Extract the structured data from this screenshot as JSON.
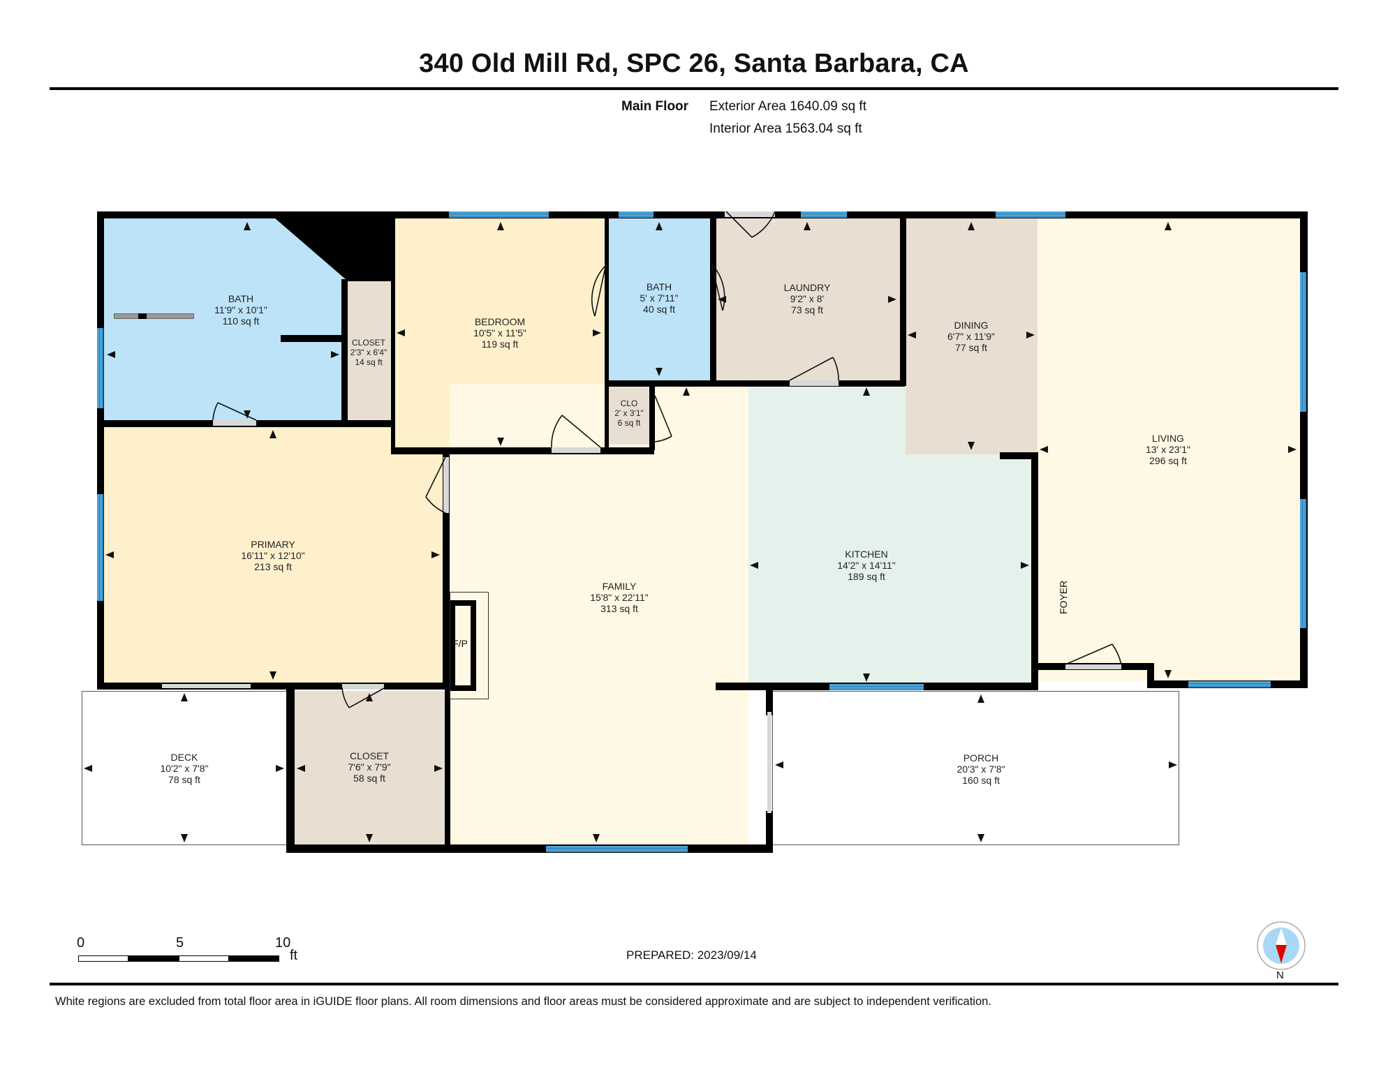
{
  "header": {
    "title": "340 Old Mill Rd, SPC 26, Santa Barbara, CA",
    "floor_label": "Main Floor",
    "exterior_area": "Exterior Area 1640.09 sq ft",
    "interior_area": "Interior Area 1563.04 sq ft"
  },
  "rooms": {
    "bath1": {
      "name": "BATH",
      "dims": "11'9\" x 10'1\"",
      "area": "110 sq ft",
      "color": "#bde3f9"
    },
    "closet1": {
      "name": "CLOSET",
      "dims": "2'3\" x 6'4\"",
      "area": "14 sq ft",
      "color": "#e8dfd2"
    },
    "bedroom": {
      "name": "BEDROOM",
      "dims": "10'5\" x 11'5\"",
      "area": "119 sq ft",
      "color": "#fff0cc"
    },
    "bath2": {
      "name": "BATH",
      "dims": "5' x 7'11\"",
      "area": "40 sq ft",
      "color": "#bde3f9"
    },
    "laundry": {
      "name": "LAUNDRY",
      "dims": "9'2\" x 8'",
      "area": "73 sq ft",
      "color": "#e8dfd2"
    },
    "dining": {
      "name": "DINING",
      "dims": "6'7\" x 11'9\"",
      "area": "77 sq ft",
      "color": "#e8dfd2"
    },
    "living": {
      "name": "LIVING",
      "dims": "13' x 23'1\"",
      "area": "296 sq ft",
      "color": "#fff8e4"
    },
    "clo": {
      "name": "CLO",
      "dims": "2' x 3'1\"",
      "area": "6 sq ft",
      "color": "#e8dfd2"
    },
    "primary": {
      "name": "PRIMARY",
      "dims": "16'11\" x 12'10\"",
      "area": "213 sq ft",
      "color": "#fff0cc"
    },
    "family": {
      "name": "FAMILY",
      "dims": "15'8\" x 22'11\"",
      "area": "313 sq ft",
      "color": "#fff8e4"
    },
    "kitchen": {
      "name": "KITCHEN",
      "dims": "14'2\" x 14'11\"",
      "area": "189 sq ft",
      "color": "#e5f2eb"
    },
    "deck": {
      "name": "DECK",
      "dims": "10'2\" x 7'8\"",
      "area": "78 sq ft",
      "color": "#ffffff"
    },
    "closet2": {
      "name": "CLOSET",
      "dims": "7'6\" x 7'9\"",
      "area": "58 sq ft",
      "color": "#e8dfd2"
    },
    "porch": {
      "name": "PORCH",
      "dims": "20'3\" x 7'8\"",
      "area": "160 sq ft",
      "color": "#ffffff"
    }
  },
  "labels": {
    "foyer": "FOYER",
    "fireplace": "F/P"
  },
  "scale": {
    "ticks": [
      "0",
      "5",
      "10"
    ],
    "unit": "ft"
  },
  "footer": {
    "prepared": "PREPARED: 2023/09/14",
    "disclaimer": "White regions are excluded from total floor area in iGUIDE floor plans. All room dimensions and floor areas must be considered approximate and are subject to independent verification.",
    "compass_label": "N"
  },
  "colors": {
    "wall": "#000000",
    "window": "#4aa3d8",
    "door": "#d8d8d8",
    "compass_fill": "#a9d8f5",
    "compass_needle": "#e00000"
  }
}
